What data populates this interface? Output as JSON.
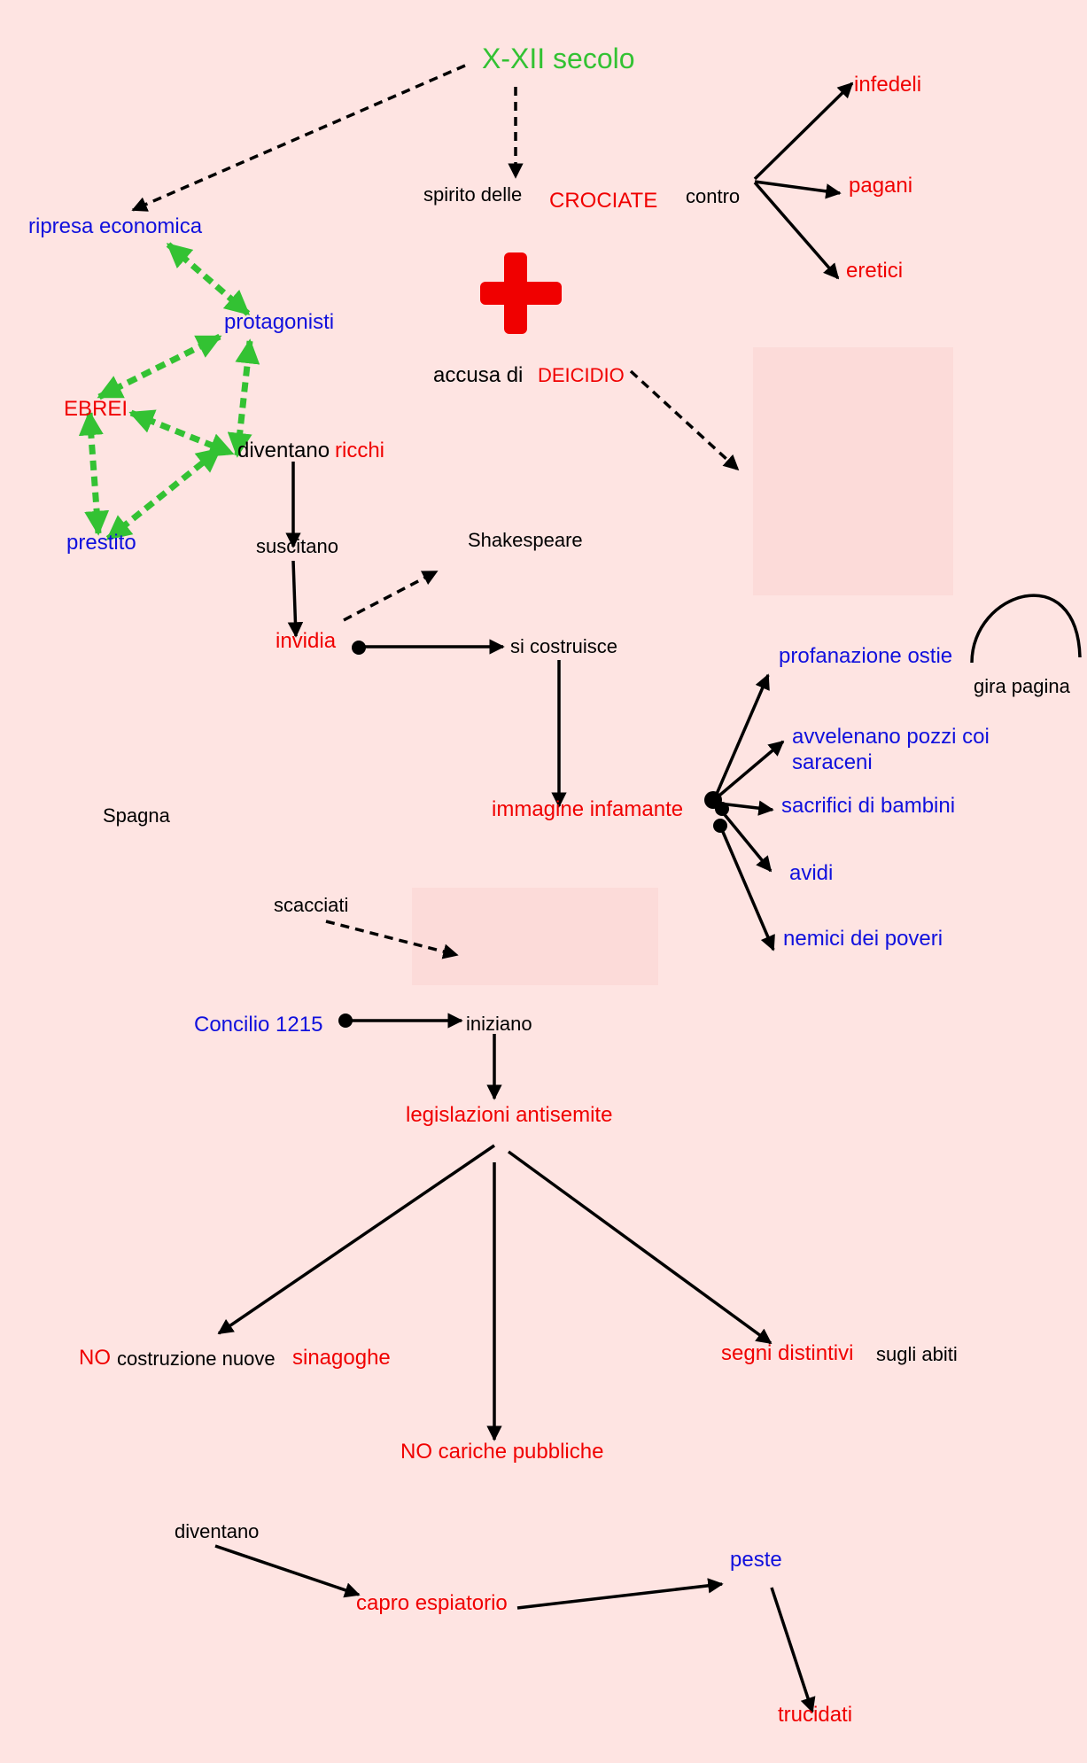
{
  "diagram": {
    "labels": {
      "secolo": "X-XII secolo",
      "ripresa": "ripresa economica",
      "spirito": "spirito delle",
      "crociate": "CROCIATE",
      "contro": "contro",
      "infedeli": "infedeli",
      "pagani": "pagani",
      "eretici": "eretici",
      "protagonisti": "protagonisti",
      "accusa": "accusa di",
      "deicidio": "DEICIDIO",
      "ebrei": "EBREI",
      "diventano": "diventano",
      "ricchi": "ricchi",
      "prestito": "prestito",
      "suscitano": "suscitano",
      "shakespeare": "Shakespeare",
      "invidia": "invidia",
      "si_costruisce": "si costruisce",
      "profanazione": "profanazione ostie",
      "gira_pagina": "gira pagina",
      "avvelenano_1": "avvelenano pozzi coi",
      "avvelenano_2": "saraceni",
      "spagna": "Spagna",
      "immagine": "immagine infamante",
      "sacrifici": "sacrifici di bambini",
      "avidi": "avidi",
      "scacciati": "scacciati",
      "nemici": "nemici dei poveri",
      "concilio": "Concilio 1215",
      "iniziano": "iniziano",
      "legislazioni": "legislazioni antisemite",
      "no1": "NO",
      "costruzione": "costruzione nuove",
      "sinagoghe": "sinagoghe",
      "segni": "segni distintivi",
      "sugli_abiti": "sugli abiti",
      "no_cariche": "NO cariche pubbliche",
      "diventano_2": "diventano",
      "capro": "capro espiatorio",
      "peste": "peste",
      "trucidati": "trucidati"
    }
  },
  "colors": {
    "background": "#fee4e2",
    "red": "#f00000",
    "blue": "#1010dd",
    "green": "#33c233",
    "black": "#000000"
  },
  "icons": {
    "cross": "red-cross-icon",
    "page_turn": "page-curl-icon"
  }
}
